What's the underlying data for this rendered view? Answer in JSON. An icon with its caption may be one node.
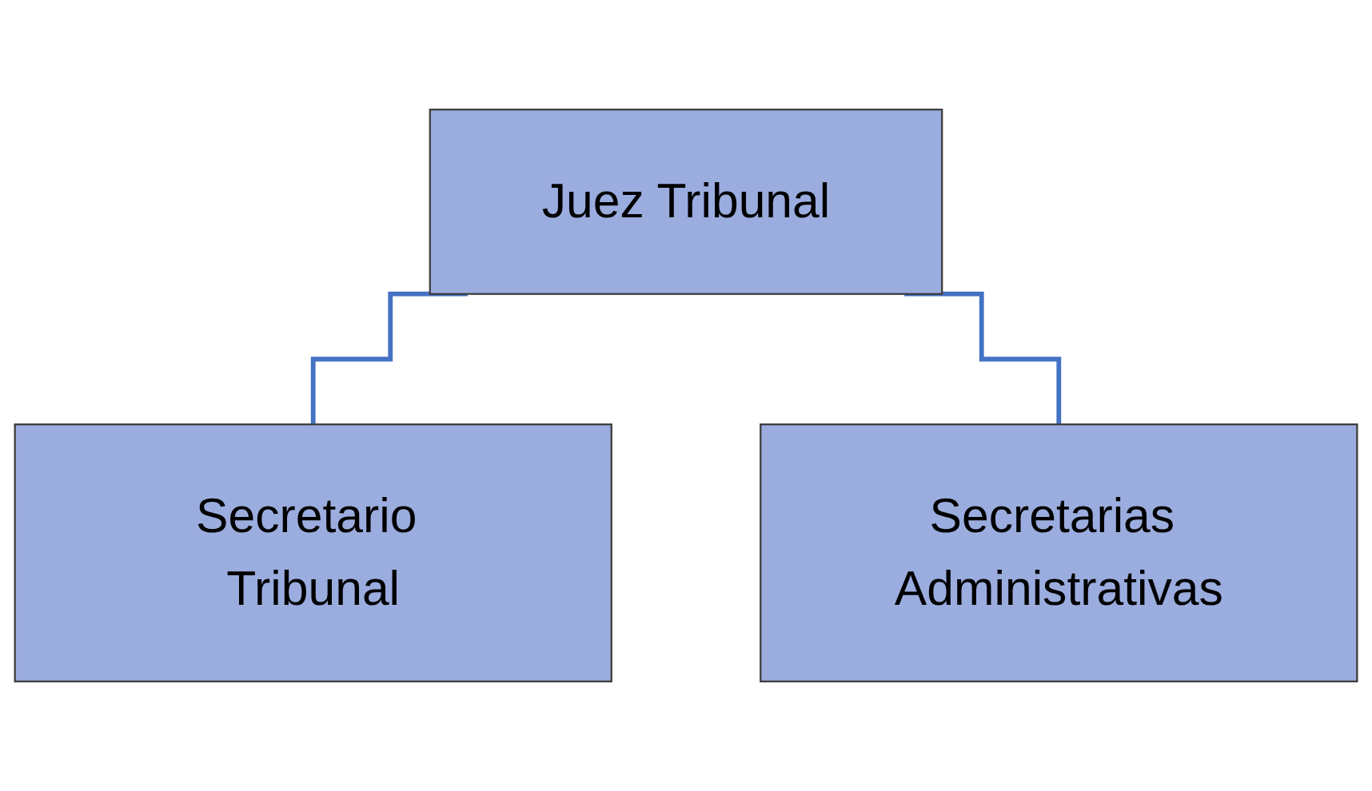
{
  "diagram": {
    "nodes": [
      {
        "text": [
          "Juez Tribunal"
        ]
      },
      {
        "text": [
          "Secretario Tribunal"
        ]
      },
      {
        "text": [
          "Secretarias Administrativas"
        ]
      }
    ],
    "edges": [
      {
        "from": 0,
        "to": 1,
        "arrow": "none"
      },
      {
        "from": 0,
        "to": 2,
        "arrow": "none"
      }
    ]
  }
}
